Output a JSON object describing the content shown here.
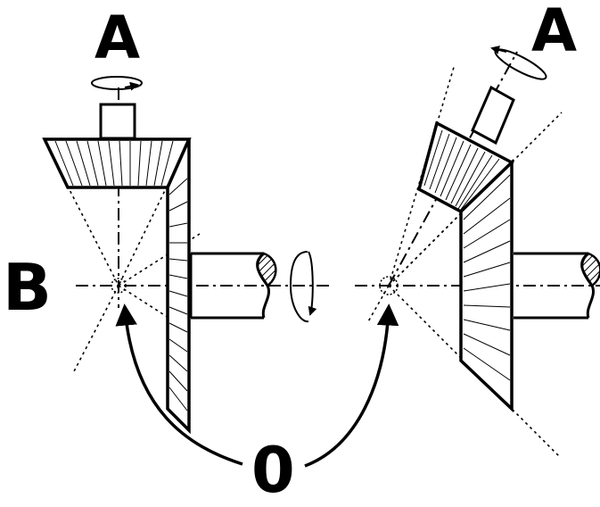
{
  "labels": {
    "axis_a_left": "A",
    "axis_a_right": "A",
    "axis_b": "B",
    "origin": "0"
  },
  "colors": {
    "stroke": "#000000",
    "background": "#ffffff"
  }
}
